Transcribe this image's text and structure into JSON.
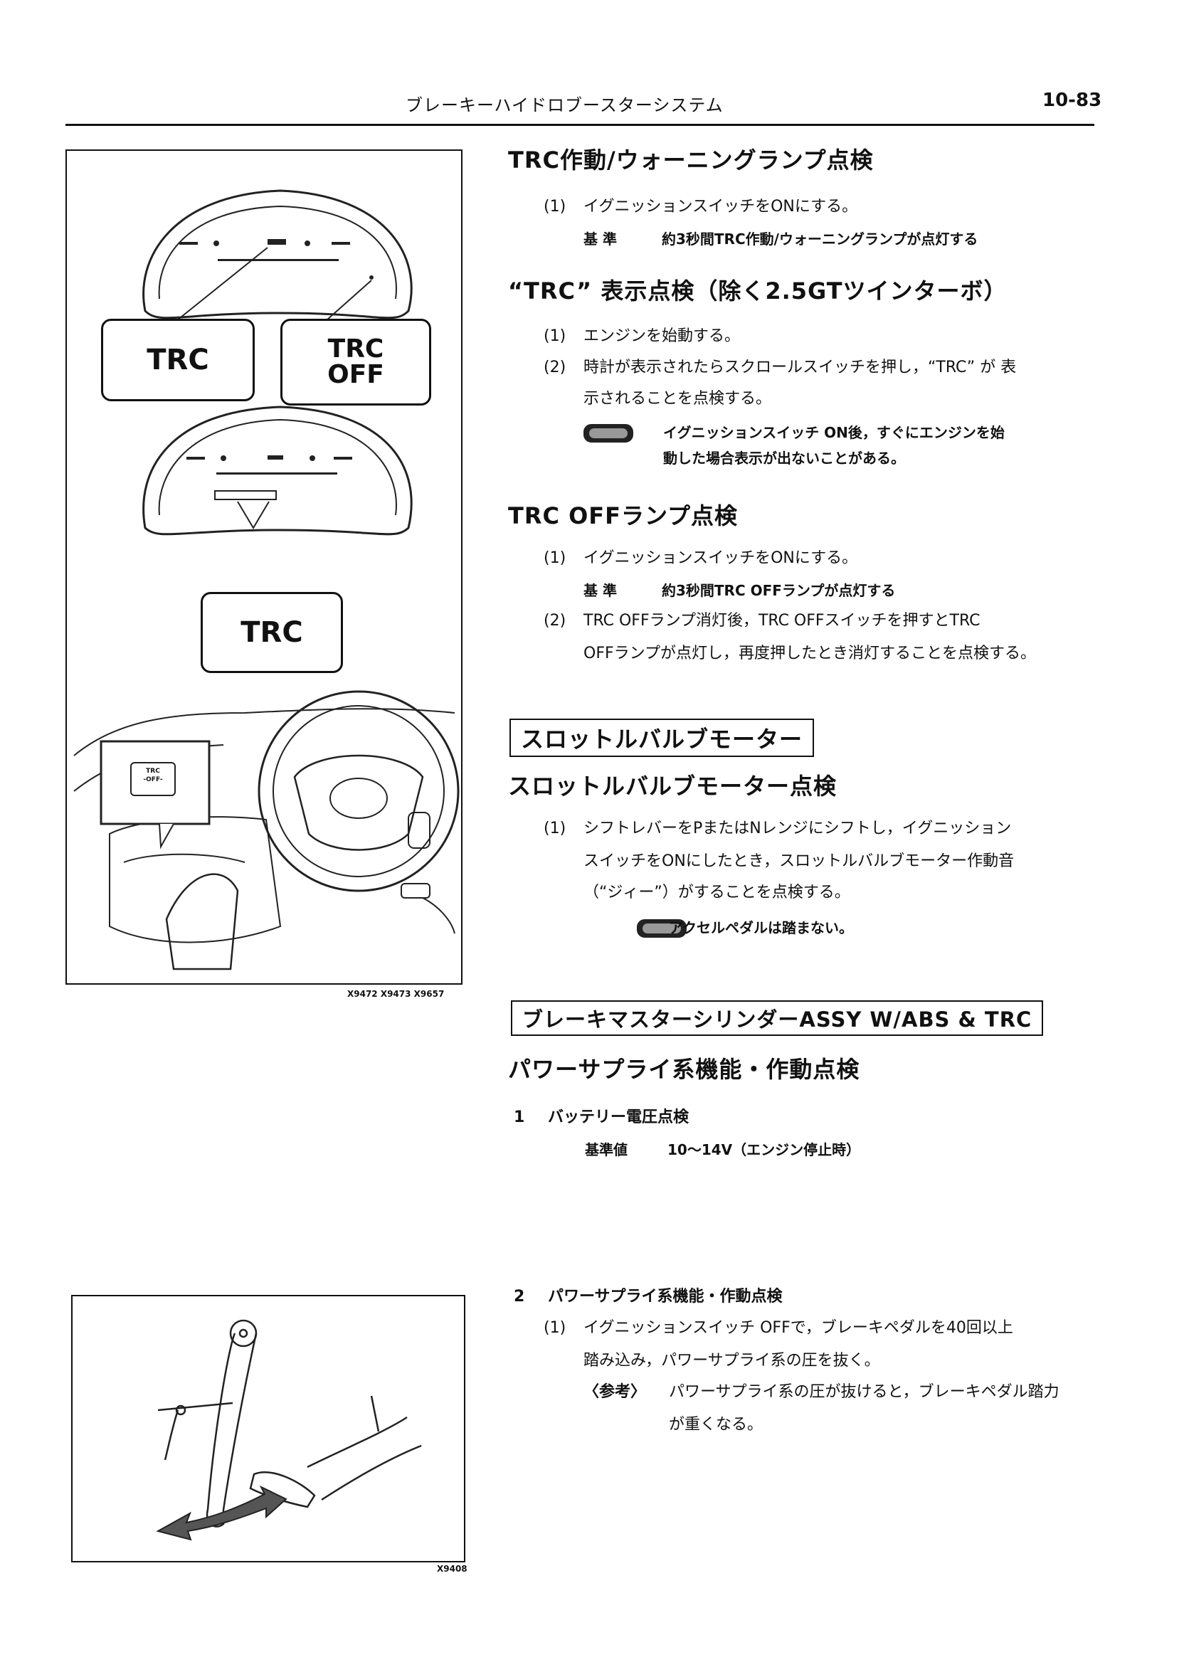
{
  "header": {
    "title": "ブレーキーハイドロブースターシステム",
    "page_number": "10-83"
  },
  "figure1": {
    "callout_trc": "TRC",
    "callout_trc_off_line1": "TRC",
    "callout_trc_off_line2": "OFF",
    "callout_trc2": "TRC",
    "switch_line1": "TRC",
    "switch_line2": "-OFF-",
    "codes": "X9472  X9473  X9657"
  },
  "figure2": {
    "code": "X9408"
  },
  "sec_trc_lamp": {
    "title": "TRC作動/ウォーニングランプ点検",
    "item1_num": "(1)",
    "item1_text": "イグニッションスイッチをONにする。",
    "std_label": "基  準",
    "std_text": "約3秒間TRC作動/ウォーニングランプが点灯する"
  },
  "sec_trc_display": {
    "title": "“TRC” 表示点検（除く2.5GTツインターボ）",
    "item1_num": "(1)",
    "item1_text": "エンジンを始動する。",
    "item2_num": "(2)",
    "item2_line1": "時計が表示されたらスクロールスイッチを押し，“TRC” が 表",
    "item2_line2": "示されることを点検する。",
    "note_line1": "イグニッションスイッチ   ON後，すぐにエンジンを始",
    "note_line2": "動した場合表示が出ないことがある。"
  },
  "sec_trc_off": {
    "title": "TRC  OFFランプ点検",
    "item1_num": "(1)",
    "item1_text": "イグニッションスイッチをONにする。",
    "std_label": "基  準",
    "std_text": "約3秒間TRC  OFFランプが点灯する",
    "item2_num": "(2)",
    "item2_line1": "TRC  OFFランプ消灯後，TRC  OFFスイッチを押すとTRC",
    "item2_line2": "OFFランプが点灯し，再度押したとき消灯することを点検する。"
  },
  "sec_throttle": {
    "box_title": "スロットルバルブモーター",
    "title": "スロットルバルブモーター点検",
    "item1_num": "(1)",
    "item1_line1": "シフトレバーをPまたはNレンジにシフトし，イグニッション",
    "item1_line2": "スイッチをONにしたとき，スロットルバルブモーター作動音",
    "item1_line3": "（“ジィー”）がすることを点検する。",
    "note_text": "アクセルペダルは踏まない。"
  },
  "sec_master": {
    "box_title": "ブレーキマスターシリンダーASSY W/ABS & TRC",
    "title": "パワーサプライ系機能・作動点検",
    "step1_num": "1",
    "step1_title": "バッテリー電圧点検",
    "step1_std_label": "基準値",
    "step1_std_text": "10〜14V（エンジン停止時）",
    "step2_num": "2",
    "step2_title": "パワーサプライ系機能・作動点検",
    "step2_item1_num": "(1)",
    "step2_item1_line1": "イグニッションスイッチ   OFFで，ブレーキペダルを40回以上",
    "step2_item1_line2": "踏み込み，パワーサプライ系の圧を抜く。",
    "ref_label": "〈参考〉",
    "ref_line1": "パワーサプライ系の圧が抜けると，ブレーキペダル踏力",
    "ref_line2": "が重くなる。"
  }
}
